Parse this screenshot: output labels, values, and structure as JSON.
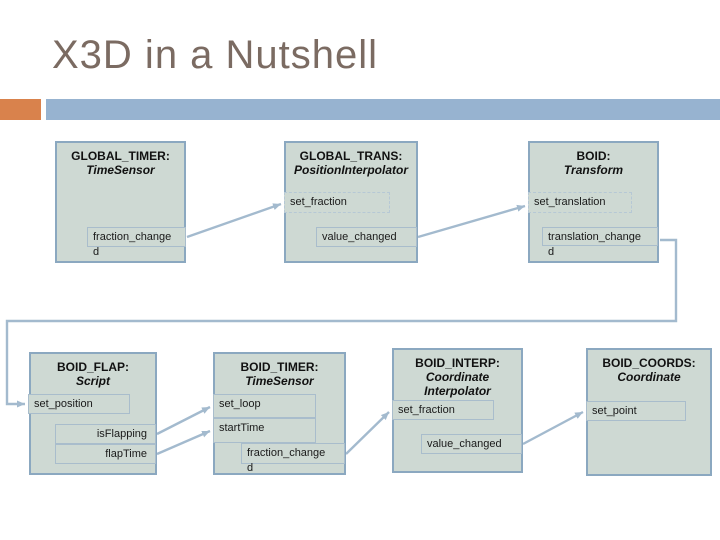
{
  "slide": {
    "title": "X3D in a Nutshell"
  },
  "theme": {
    "title_color": "#7b6b62",
    "accent_orange": "#d9824c",
    "accent_blue": "#97b3d0",
    "node_fill": "#ced9d3",
    "node_border": "#8ba8c0",
    "port_border": "#a9bdcc",
    "connector_color": "#a3bace"
  },
  "nodes": [
    {
      "name": "GLOBAL_TIMER:",
      "type": "TimeSensor",
      "ports": [
        {
          "field": "fraction_changed",
          "label": "fraction_change\nd"
        }
      ]
    },
    {
      "name": "GLOBAL_TRANS:",
      "type": "PositionInterpolator",
      "ports": [
        {
          "field": "set_fraction",
          "label": "set_fraction"
        },
        {
          "field": "value_changed",
          "label": "value_changed"
        }
      ]
    },
    {
      "name": "BOID:",
      "type": "Transform",
      "ports": [
        {
          "field": "set_translation",
          "label": "set_translation"
        },
        {
          "field": "translation_changed",
          "label": "translation_change\nd"
        }
      ]
    },
    {
      "name": "BOID_FLAP:",
      "type": "Script",
      "ports": [
        {
          "field": "set_position",
          "label": "set_position"
        },
        {
          "field": "isFlapping",
          "label": "isFlapping"
        },
        {
          "field": "flapTime",
          "label": "flapTime"
        }
      ]
    },
    {
      "name": "BOID_TIMER:",
      "type": "TimeSensor",
      "ports": [
        {
          "field": "set_loop",
          "label": "set_loop"
        },
        {
          "field": "startTime",
          "label": "startTime"
        },
        {
          "field": "fraction_changed",
          "label": "fraction_change\nd"
        }
      ]
    },
    {
      "name": "BOID_INTERP:",
      "type": "Coordinate\nInterpolator",
      "ports": [
        {
          "field": "set_fraction",
          "label": "set_fraction"
        },
        {
          "field": "value_changed",
          "label": "value_changed"
        }
      ]
    },
    {
      "name": "BOID_COORDS:",
      "type": "Coordinate",
      "ports": [
        {
          "field": "set_point",
          "label": "set_point"
        }
      ]
    }
  ],
  "connections": [
    {
      "from": "GLOBAL_TIMER.fraction_changed",
      "to": "GLOBAL_TRANS.set_fraction"
    },
    {
      "from": "GLOBAL_TRANS.value_changed",
      "to": "BOID.set_translation"
    },
    {
      "from": "BOID.translation_changed",
      "to": "BOID_FLAP.set_position"
    },
    {
      "from": "BOID_FLAP.isFlapping",
      "to": "BOID_TIMER.set_loop"
    },
    {
      "from": "BOID_FLAP.flapTime",
      "to": "BOID_TIMER.startTime"
    },
    {
      "from": "BOID_TIMER.fraction_changed",
      "to": "BOID_INTERP.set_fraction"
    },
    {
      "from": "BOID_INTERP.value_changed",
      "to": "BOID_COORDS.set_point"
    }
  ]
}
